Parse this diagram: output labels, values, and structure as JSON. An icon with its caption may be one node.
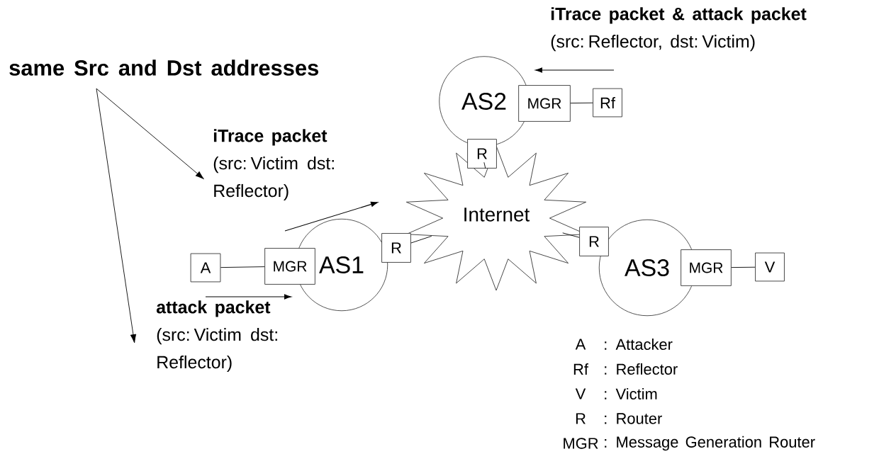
{
  "diagram": {
    "nodes": [
      {
        "text": [
          "same Src and Dst addresses"
        ]
      },
      {
        "text": [
          "iTrace packet",
          "(src: Victim dst: Reflector)"
        ]
      },
      {
        "text": [
          "attack packet",
          "(src: Victim dst: Reflector)"
        ]
      },
      {
        "text": [
          "iTrace packet & attack packet",
          "(src: Reflector, dst: Victim)"
        ]
      },
      {
        "text": [
          "AS1"
        ]
      },
      {
        "text": [
          "AS2"
        ]
      },
      {
        "text": [
          "AS3"
        ]
      },
      {
        "text": [
          "Internet"
        ]
      },
      {
        "text": [
          "A"
        ]
      },
      {
        "text": [
          "MGR"
        ]
      },
      {
        "text": [
          "R"
        ]
      },
      {
        "text": [
          "MGR"
        ]
      },
      {
        "text": [
          "Rf"
        ]
      },
      {
        "text": [
          "R"
        ]
      },
      {
        "text": [
          "R"
        ]
      },
      {
        "text": [
          "MGR"
        ]
      },
      {
        "text": [
          "V"
        ]
      }
    ],
    "edges": [
      {
        "from": 0,
        "to": 1,
        "arrow": "to"
      },
      {
        "from": 0,
        "to": 2,
        "arrow": "to"
      },
      {
        "from": 8,
        "to": 9,
        "arrow": "none"
      },
      {
        "from": 10,
        "to": 7,
        "arrow": "none"
      },
      {
        "from": 13,
        "to": 7,
        "arrow": "none"
      },
      {
        "from": 14,
        "to": 7,
        "arrow": "none"
      },
      {
        "from": 11,
        "to": 12,
        "arrow": "none"
      },
      {
        "from": 15,
        "to": 16,
        "arrow": "none"
      }
    ],
    "labels": [
      "A",
      ": Attacker",
      "Rf",
      ": Reflector",
      "V",
      ": Victim",
      "R",
      ": Router",
      "MGR",
      ": Message Generation Router"
    ]
  }
}
